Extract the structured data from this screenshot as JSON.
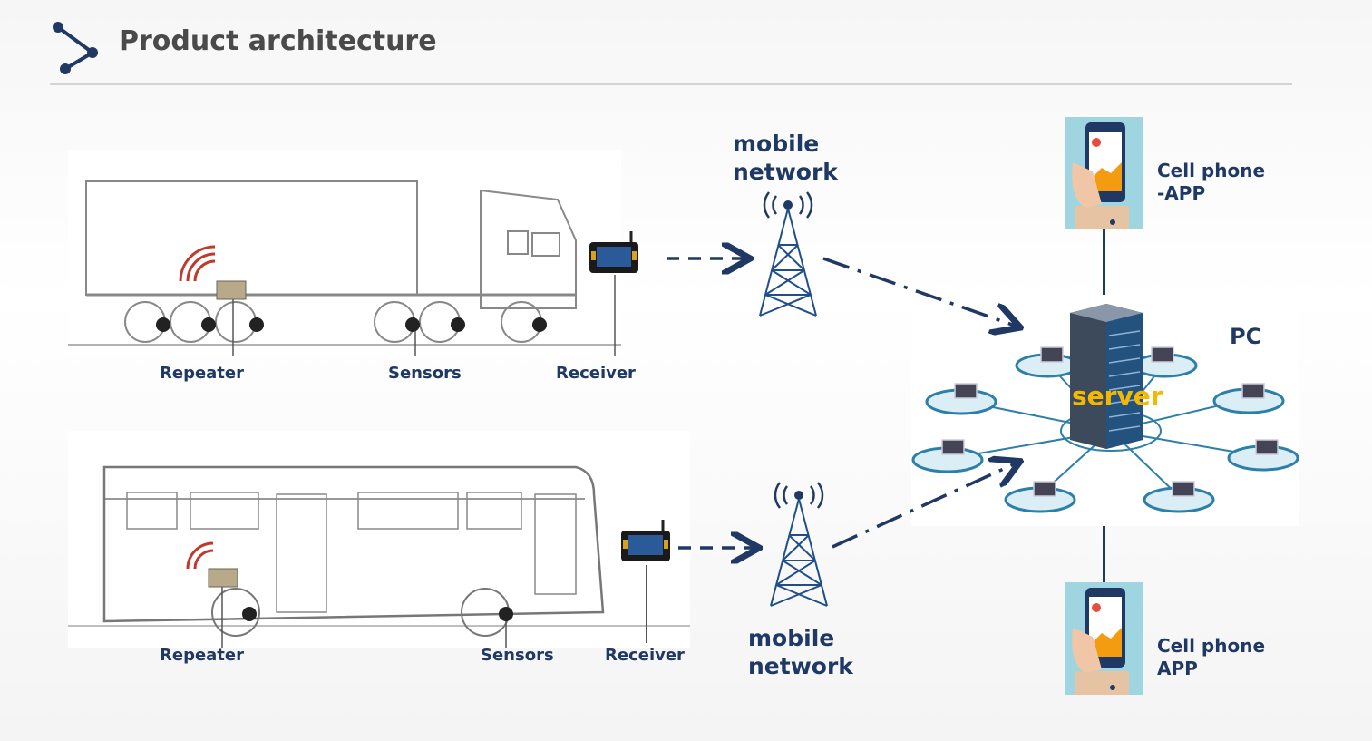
{
  "header": {
    "title": "Product architecture",
    "icon": "share-icon"
  },
  "truck": {
    "repeater": "Repeater",
    "sensors": "Sensors",
    "receiver": "Receiver"
  },
  "bus": {
    "repeater": "Repeater",
    "sensors": "Sensors",
    "receiver": "Receiver"
  },
  "network_top": {
    "line1": "mobile",
    "line2": "network"
  },
  "network_bottom": {
    "line1": "mobile",
    "line2": "network"
  },
  "phone_top": {
    "line1": "Cell phone",
    "line2": "-APP"
  },
  "phone_bottom": {
    "line1": "Cell phone",
    "line2": "APP"
  },
  "hub": {
    "pc": "PC",
    "server": "server"
  },
  "colors": {
    "navy": "#1f3864",
    "signal_red": "#c0392b",
    "server_label": "#f5b800",
    "ring": "#2c7fa8"
  }
}
